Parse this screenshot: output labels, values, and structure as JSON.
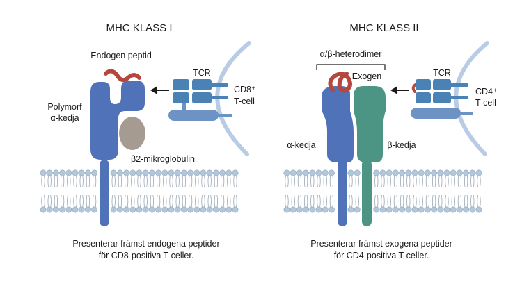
{
  "panels": [
    {
      "title": "MHC KLASS I",
      "peptide_label": "Endogen peptid",
      "chain_label_line1": "Polymorf",
      "chain_label_line2": "α-kedja",
      "b2m_label": "β2-mikroglobulin",
      "tcr_label": "TCR",
      "tcell_line1": "CD8⁺",
      "tcell_line2": "T-cell",
      "caption_line1": "Presenterar främst endogena peptider",
      "caption_line2": "för CD8-positiva T-celler."
    },
    {
      "title": "MHC KLASS II",
      "heterodimer_label": "α/β-heterodimer",
      "peptide_label": "Exogen",
      "alpha_label": "α-kedja",
      "beta_label": "β-kedja",
      "tcr_label": "TCR",
      "tcell_line1": "CD4⁺",
      "tcell_line2": "T-cell",
      "caption_line1": "Presenterar främst exogena peptider",
      "caption_line2": "för CD4-positiva T-celler."
    }
  ],
  "colors": {
    "mhc_blue": "#4f72b8",
    "beta_teal": "#4c9584",
    "peptide_red": "#b5473e",
    "b2m_gray": "#a69b91",
    "tcr_blue": "#4a82b6",
    "cd_coreceptor": "#6d92c4",
    "tcell_membrane": "#b8cce6",
    "lipid_head": "#b3c7db"
  }
}
